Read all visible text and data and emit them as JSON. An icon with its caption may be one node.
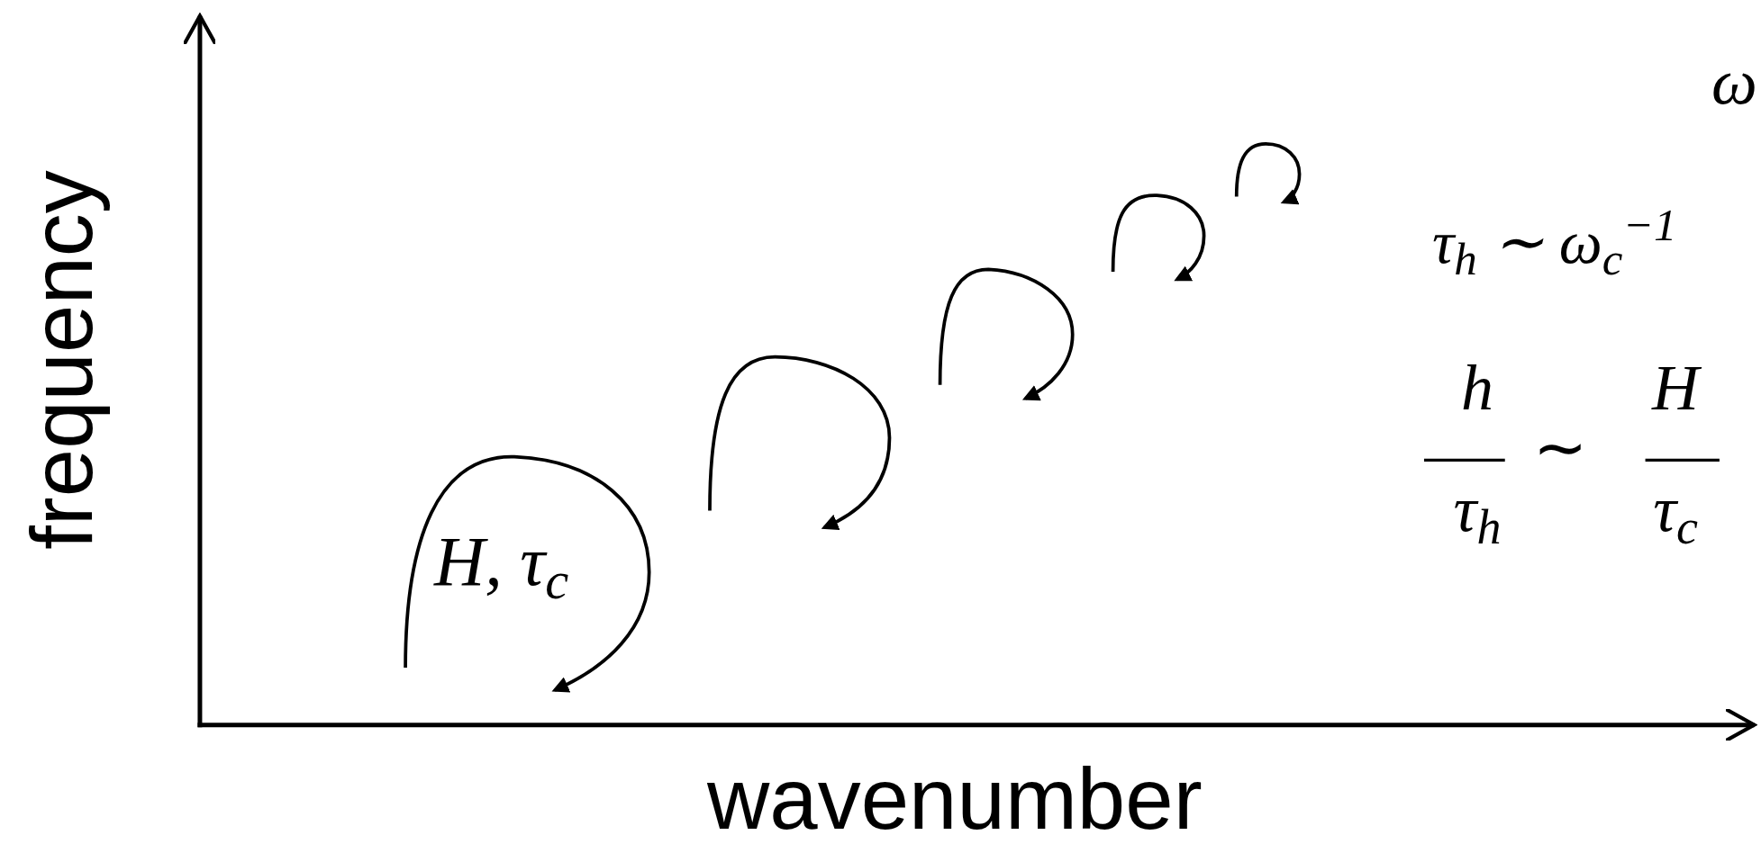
{
  "diagram": {
    "labels": [
      "ω",
      "τ$_{h}$ ∼ ω$_{c}$$^{−1}$",
      "h",
      "∼",
      "H",
      "τ$_{h}$",
      "τ$_{c}$",
      "H, τ$_{c}$",
      "frequency",
      "wavenumber"
    ]
  }
}
